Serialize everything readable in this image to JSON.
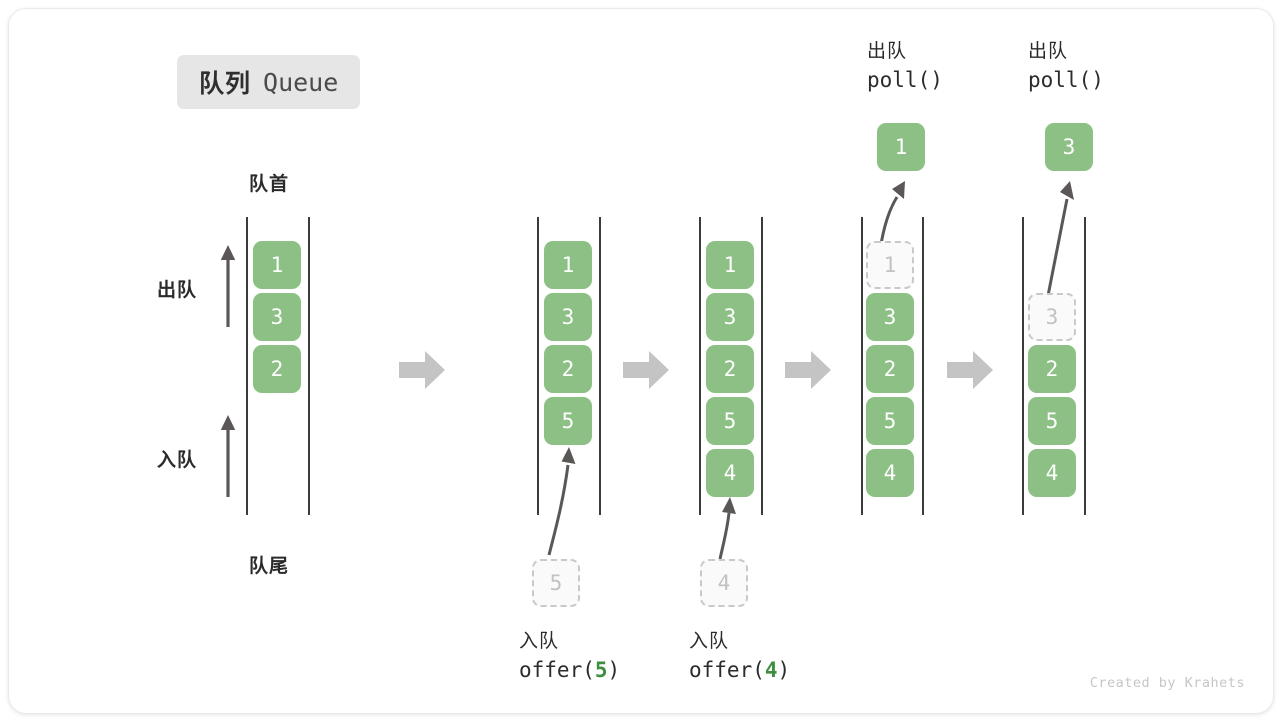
{
  "title": {
    "cn": "队列",
    "en": "Queue"
  },
  "labels": {
    "head": "队首",
    "tail": "队尾",
    "dequeue": "出队",
    "enqueue": "入队"
  },
  "credit": "Created by Krahets",
  "colors": {
    "element_fill": "#8cc084",
    "element_text": "#ffffff",
    "ghost_fill": "#fafafa",
    "ghost_border": "#c9c9c9",
    "ghost_text": "#c2c2c2",
    "rail": "#3b3b3b",
    "flow_arrow": "#c4c4c4",
    "badge_bg": "#e6e6e6",
    "arg_green": "#3c8f3f",
    "text": "#2b2b2b",
    "credit": "#c6c6c6"
  },
  "stages": [
    {
      "id": "initial",
      "name": "initial-queue",
      "items": [
        "1",
        "3",
        "2"
      ],
      "ghost_index": null,
      "header": null,
      "footer": null,
      "popped": null
    },
    {
      "id": "offer5",
      "name": "after-offer-5",
      "items": [
        "1",
        "3",
        "2",
        "5"
      ],
      "ghost_index": null,
      "header": null,
      "footer": {
        "line1": "入队",
        "op": "offer(",
        "arg": "5",
        "close": ")"
      },
      "incoming": "5",
      "popped": null
    },
    {
      "id": "offer4",
      "name": "after-offer-4",
      "items": [
        "1",
        "3",
        "2",
        "5",
        "4"
      ],
      "ghost_index": null,
      "header": null,
      "footer": {
        "line1": "入队",
        "op": "offer(",
        "arg": "4",
        "close": ")"
      },
      "incoming": "4",
      "popped": null
    },
    {
      "id": "poll1",
      "name": "after-poll-1",
      "items": [
        "1",
        "3",
        "2",
        "5",
        "4"
      ],
      "ghost_index": 0,
      "header": {
        "line1": "出队",
        "line2": "poll()"
      },
      "popped": "1",
      "footer": null
    },
    {
      "id": "poll3",
      "name": "after-poll-3",
      "items": [
        "3",
        "2",
        "5",
        "4"
      ],
      "ghost_index": 0,
      "header": {
        "line1": "出队",
        "line2": "poll()"
      },
      "popped": "3",
      "footer": null
    }
  ]
}
